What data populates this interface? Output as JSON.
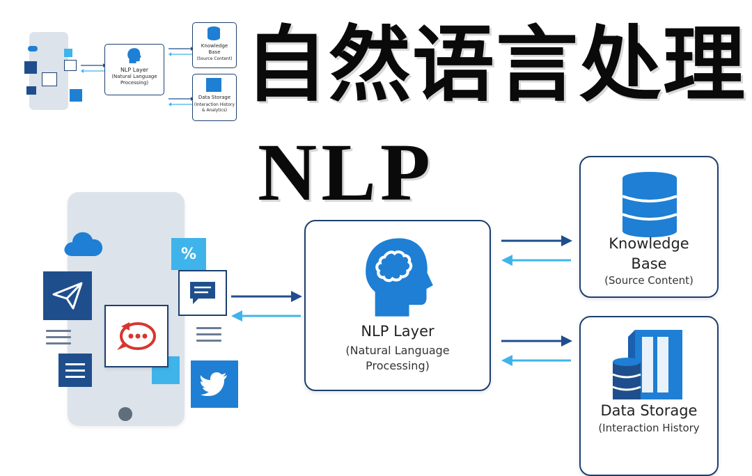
{
  "title": {
    "chinese": "自然语言处理",
    "english": "NLP"
  },
  "nlp_layer": {
    "title": "NLP Layer",
    "subtitle_line1": "(Natural Language",
    "subtitle_line2": "Processing)"
  },
  "knowledge_base": {
    "title_line1": "Knowledge",
    "title_line2": "Base",
    "subtitle": "(Source Content)"
  },
  "data_storage": {
    "title": "Data Storage",
    "subtitle": "(Interaction History"
  },
  "thumbnail": {
    "nlp_title": "NLP Layer",
    "nlp_sub1": "(Natural Language",
    "nlp_sub2": "Processing)",
    "kb_line1": "Knowledge",
    "kb_line2": "Base",
    "kb_sub": "(Source Content)",
    "ds_title": "Data Storage",
    "ds_sub1": "(Interaction History",
    "ds_sub2": "& Analytics)"
  },
  "icons": [
    "cloud-icon",
    "send-icon",
    "chat-icon",
    "percent-icon",
    "message-icon",
    "twitter-icon",
    "brain-icon",
    "database-icon",
    "server-icon"
  ],
  "colors": {
    "dark_navy": "#1c3f6e",
    "royal_blue": "#1f4e8c",
    "bright_blue": "#1e7fd4",
    "sky_blue": "#3fb4ea",
    "phone_gray": "#dde3ea"
  }
}
